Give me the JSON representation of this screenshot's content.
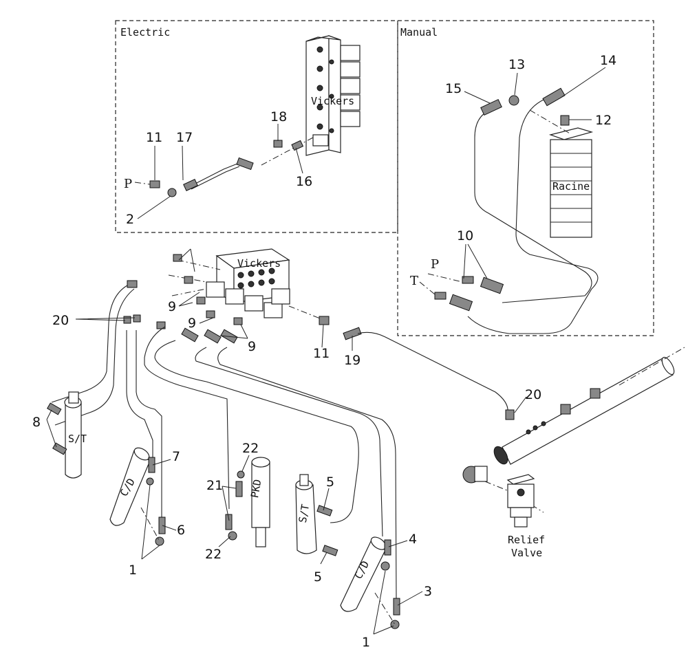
{
  "sections": {
    "electric": "Electric",
    "manual": "Manual"
  },
  "components": {
    "vickers_top": "Vickers",
    "vickers_main": "Vickers",
    "racine": "Racine",
    "relief_line1": "Relief",
    "relief_line2": "Valve",
    "cyl_st_left": "S/T",
    "cyl_cd_left": "C/D",
    "cyl_pkd": "PKD",
    "cyl_st_mid": "S/T",
    "cyl_cd_right": "C/D"
  },
  "port_labels": {
    "p_electric": "P",
    "p_manual": "P",
    "t_manual": "T"
  },
  "callouts": {
    "c1a": "1",
    "c1b": "1",
    "c2": "2",
    "c3": "3",
    "c4": "4",
    "c5a": "5",
    "c5b": "5",
    "c6": "6",
    "c7": "7",
    "c8": "8",
    "c9a": "9",
    "c9b": "9",
    "c9c": "9",
    "c10": "10",
    "c11a": "11",
    "c11b": "11",
    "c12": "12",
    "c13": "13",
    "c14": "14",
    "c15": "15",
    "c16": "16",
    "c17": "17",
    "c18": "18",
    "c19": "19",
    "c20a": "20",
    "c20b": "20",
    "c21": "21",
    "c22a": "22",
    "c22b": "22"
  }
}
